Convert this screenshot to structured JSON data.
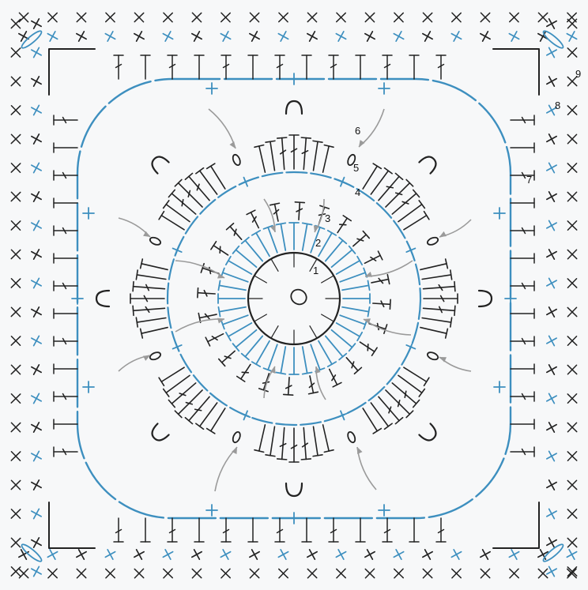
{
  "diagram": {
    "title": "",
    "colors": {
      "ink": "#222222",
      "accent": "#3d8fbf",
      "arrow": "#9a9a9a",
      "background": "#f7f8f9"
    },
    "round_labels": [
      {
        "id": "r1",
        "text": "1"
      },
      {
        "id": "r2",
        "text": "2"
      },
      {
        "id": "r3",
        "text": "3"
      },
      {
        "id": "r4",
        "text": "4"
      },
      {
        "id": "r5",
        "text": "5"
      },
      {
        "id": "r6",
        "text": "6"
      },
      {
        "id": "r7",
        "text": "7"
      },
      {
        "id": "r8",
        "text": "8"
      },
      {
        "id": "r9",
        "text": "9"
      }
    ]
  }
}
